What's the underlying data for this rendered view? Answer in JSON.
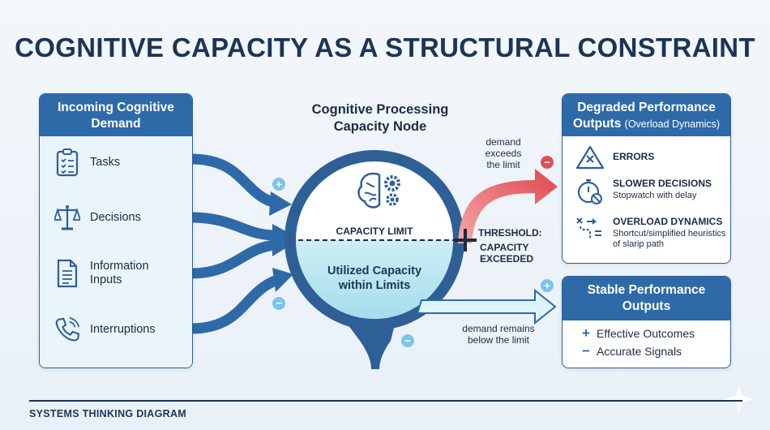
{
  "title": "COGNITIVE CAPACITY AS A STRUCTURAL CONSTRAINT",
  "input_panel": {
    "heading": "Incoming Cognitive Demand",
    "items": [
      {
        "label": "Tasks",
        "icon": "clipboard-icon"
      },
      {
        "label": "Decisions",
        "icon": "scales-icon"
      },
      {
        "label": "Information Inputs",
        "icon": "document-icon"
      },
      {
        "label": "Interruptions",
        "icon": "phone-icon"
      }
    ]
  },
  "node": {
    "title": "Cognitive Processing Capacity Node",
    "capacity_limit": "CAPACITY LIMIT",
    "utilized": "Utilized Capacity within Limits",
    "threshold": "THRESHOLD:",
    "capacity_exceeded": "CAPACITY EXCEEDED"
  },
  "flows": {
    "exceeds": "demand exceeds the limit",
    "remains": "demand remains below the limit",
    "plus": "+",
    "minus": "−"
  },
  "degraded_panel": {
    "heading": "Degraded Performance Outputs",
    "sub": "(Overload Dynamics)",
    "items": [
      {
        "title": "ERRORS",
        "desc": "",
        "icon": "warning-x-icon"
      },
      {
        "title": "SLOWER DECISIONS",
        "desc": "Stopwatch with delay",
        "icon": "stopwatch-icon"
      },
      {
        "title": "OVERLOAD DYNAMICS",
        "desc": "Shortcut/simplified heuristics of slarip path",
        "icon": "shortcut-path-icon"
      }
    ]
  },
  "stable_panel": {
    "heading": "Stable Performance Outputs",
    "items": [
      {
        "sym": "+",
        "label": "Effective Outcomes"
      },
      {
        "sym": "−",
        "label": "Accurate Signals"
      }
    ]
  },
  "footer": "SYSTEMS THINKING DIAGRAM",
  "colors": {
    "primary": "#2e6aa8",
    "dark": "#1c3556",
    "light": "#e9f4fb",
    "alert": "#e0505a",
    "fill": "#bfe8f2"
  }
}
